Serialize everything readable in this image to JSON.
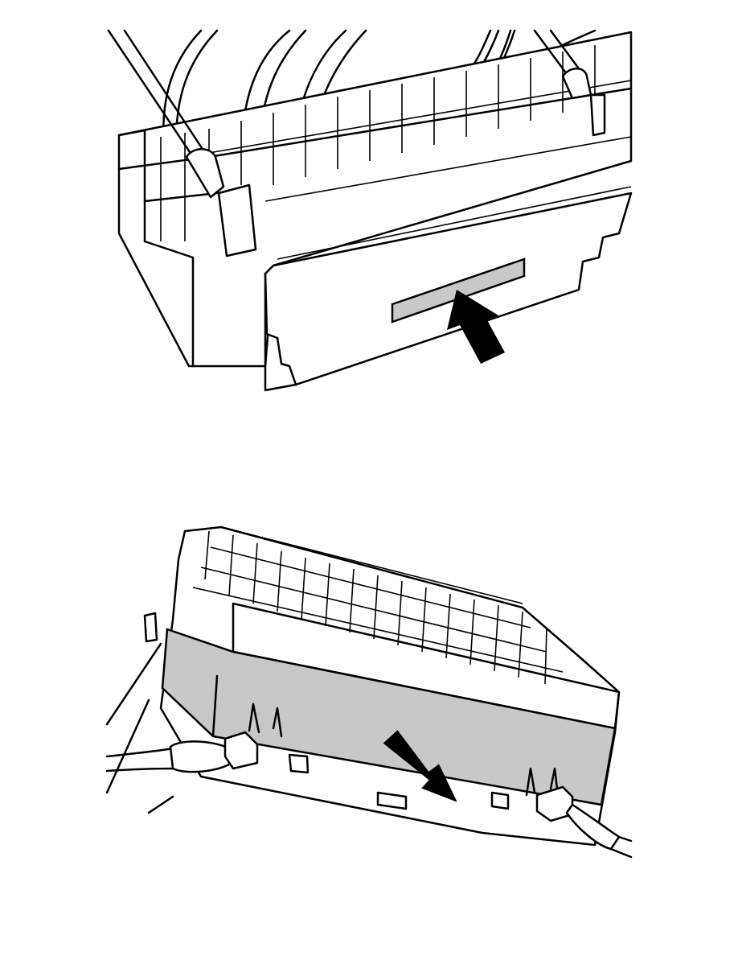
{
  "figures": [
    {
      "id": "connector-secondary-lock-insert",
      "arrow_direction": "up-left",
      "icon": "arrow-icon"
    },
    {
      "id": "connector-secondary-lock-remove",
      "arrow_direction": "down-right",
      "icon": "arrow-icon"
    }
  ],
  "colors": {
    "line": "#000000",
    "highlight": "#c8c8c8",
    "arrow": "#000000",
    "background": "#ffffff"
  }
}
